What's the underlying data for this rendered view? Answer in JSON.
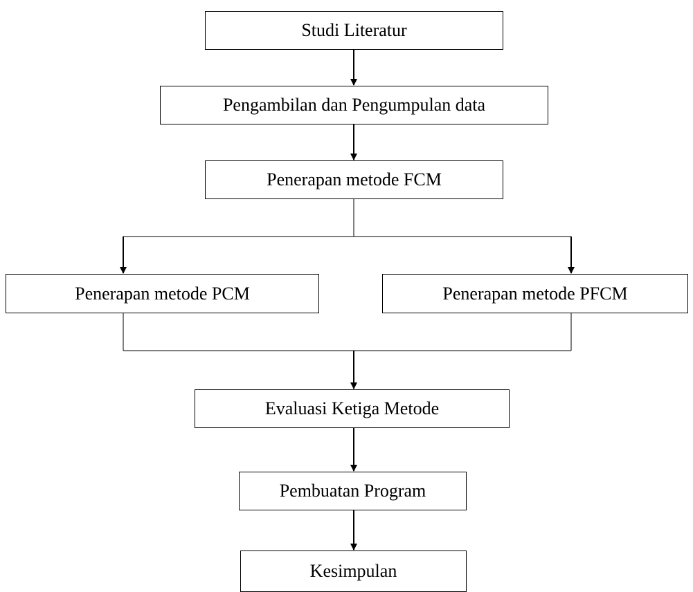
{
  "flowchart": {
    "steps": {
      "studi_literatur": "Studi Literatur",
      "pengambilan_data": "Pengambilan dan Pengumpulan data",
      "metode_fcm": "Penerapan metode FCM",
      "metode_pcm": "Penerapan metode PCM",
      "metode_pfcm": "Penerapan metode PFCM",
      "evaluasi": "Evaluasi Ketiga Metode",
      "pembuatan_program": "Pembuatan Program",
      "kesimpulan": "Kesimpulan"
    },
    "colors": {
      "stroke": "#000000",
      "background": "#ffffff",
      "text": "#000000"
    }
  }
}
